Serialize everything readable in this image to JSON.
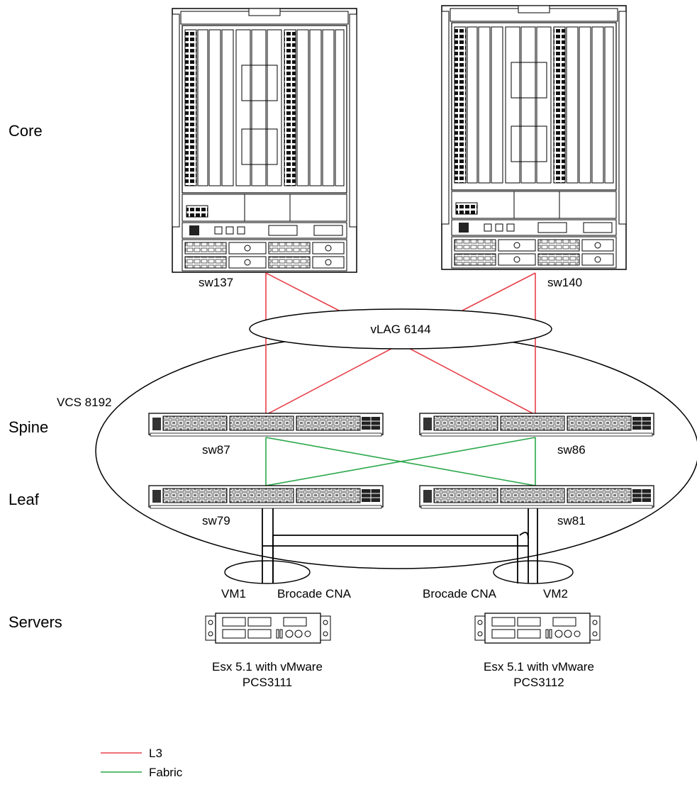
{
  "layers": {
    "core": "Core",
    "spine": "Spine",
    "leaf": "Leaf",
    "servers": "Servers"
  },
  "switches": {
    "core_left": "sw137",
    "core_right": "sw140",
    "spine_left": "sw87",
    "spine_right": "sw86",
    "leaf_left": "sw79",
    "leaf_right": "sw81"
  },
  "groups": {
    "vlag": "vLAG 6144",
    "vcs": "VCS 8192"
  },
  "servers": {
    "left": {
      "vm": "VM1",
      "cna": "Brocade CNA",
      "os": "Esx 5.1 with vMware",
      "name": "PCS3111"
    },
    "right": {
      "vm": "VM2",
      "cna": "Brocade CNA",
      "os": "Esx 5.1 with vMware",
      "name": "PCS3112"
    }
  },
  "legend": {
    "l3": "L3",
    "fabric": "Fabric"
  },
  "colors": {
    "l3": "#e8404a",
    "fabric": "#2aa84a",
    "line": "#000000"
  }
}
